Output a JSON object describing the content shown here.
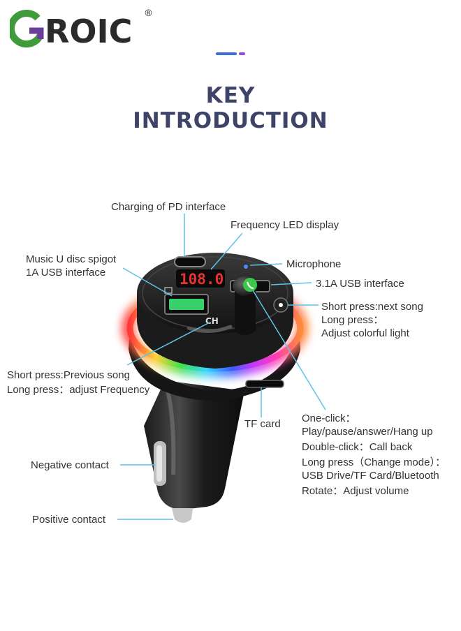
{
  "brand": {
    "name": "GROIC",
    "registered_mark": "®",
    "colors": {
      "green": "#3f9b3a",
      "purple": "#6a3d9a",
      "dark": "#2b2b2b"
    }
  },
  "heading": {
    "line1": "KEY",
    "line2": "INTRODUCTION",
    "color": "#3d4468",
    "accent_colors": [
      "#3e6fd8",
      "#8c4fd6"
    ]
  },
  "device": {
    "display_reading": "108.0",
    "channel_label": "CH",
    "led_color": "#e8342f"
  },
  "labels": {
    "pd_charging": "Charging of PD interface",
    "led_display": "Frequency LED display",
    "music_disc_1": "Music U disc spigot",
    "music_disc_2": "1A USB interface",
    "microphone": "Microphone",
    "usb_31a": "3.1A USB interface",
    "next_song_1": "Short press:next song",
    "next_song_2": "Long press：",
    "next_song_3": "Adjust colorful light",
    "prev_song_1": "Short press:Previous song",
    "prev_song_2": "Long press：adjust Frequency",
    "tf_card": "TF card",
    "one_click_1": "One-click：",
    "one_click_2": "Play/pause/answer/Hang up",
    "double_click": "Double-click：Call back",
    "long_press_mode": "Long press（Change mode）：",
    "modes": "USB Drive/TF Card/Bluetooth",
    "rotate": "Rotate：Adjust volume",
    "negative": "Negative contact",
    "positive": "Positive contact"
  },
  "leader_color": "#5ec3e6"
}
